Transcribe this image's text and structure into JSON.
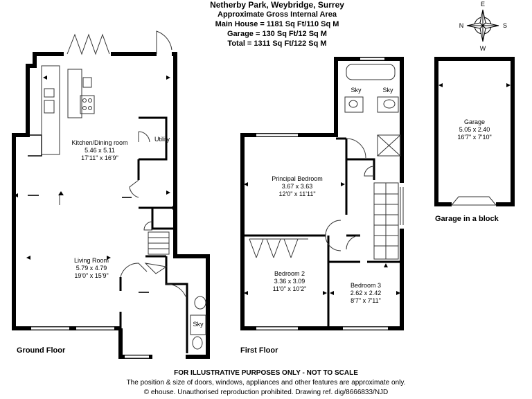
{
  "header": {
    "address": "Netherby Park, Weybridge, Surrey",
    "approx": "Approximate Gross Internal Area",
    "main_house": "Main House = 1181 Sq Ft/110 Sq M",
    "garage": "Garage = 130 Sq Ft/12 Sq M",
    "total": "Total = 1311 Sq Ft/122 Sq M"
  },
  "compass": {
    "north": "N",
    "east": "E",
    "south": "S",
    "west": "W"
  },
  "rooms": {
    "kitchen": {
      "name": "Kitchen/Dining room",
      "metric": "5.46 x 5.11",
      "imperial": "17'11\" x 16'9\""
    },
    "utility": {
      "name": "Utility"
    },
    "living": {
      "name": "Living Room",
      "metric": "5.79 x 4.79",
      "imperial": "19'0\" x 15'9\""
    },
    "principal": {
      "name": "Principal Bedroom",
      "metric": "3.67 x 3.63",
      "imperial": "12'0\" x 11'11\""
    },
    "bedroom2": {
      "name": "Bedroom 2",
      "metric": "3.36 x 3.09",
      "imperial": "11'0\" x 10'2\""
    },
    "bedroom3": {
      "name": "Bedroom 3",
      "metric": "2.62 x 2.42",
      "imperial": "8'7\" x 7'11\""
    },
    "garage": {
      "name": "Garage",
      "metric": "5.05 x 2.40",
      "imperial": "16'7\" x 7'10\""
    }
  },
  "sky_labels": [
    "Sky",
    "Sky",
    "Sky"
  ],
  "floor_labels": {
    "ground": "Ground Floor",
    "first": "First Floor",
    "garage": "Garage in a block"
  },
  "footer": {
    "line1": "FOR ILLUSTRATIVE PURPOSES ONLY - NOT TO SCALE",
    "line2": "The position & size of doors, windows, appliances and other features are approximate only.",
    "line3": "© ehouse. Unauthorised reproduction prohibited. Drawing ref. dig/8666833/NJD"
  },
  "colors": {
    "wall": "#000000",
    "background": "#ffffff",
    "fixture": "#333333"
  }
}
